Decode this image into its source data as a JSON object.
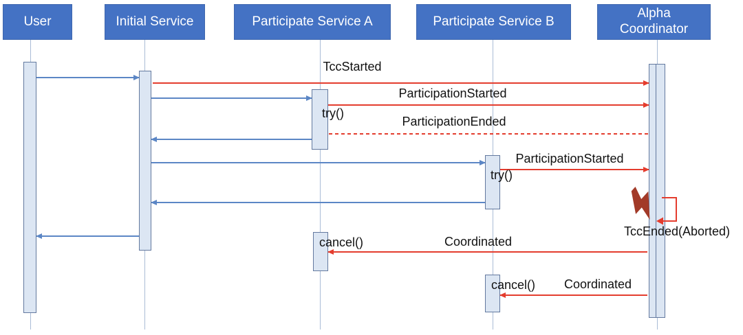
{
  "diagram": {
    "type": "sequence-diagram",
    "actors": [
      {
        "label": "User"
      },
      {
        "label": "Initial Service"
      },
      {
        "label": "Participate Service A"
      },
      {
        "label": "Participate Service B"
      },
      {
        "label": "Alpha Coordinator"
      }
    ],
    "messages": {
      "tcc_started": {
        "label": "TccStarted",
        "from": "Initial Service",
        "to": "Alpha Coordinator",
        "line": "solid-red"
      },
      "participation_started_a": {
        "label": "ParticipationStarted",
        "from": "Participate Service A",
        "to": "Alpha Coordinator",
        "line": "solid-red"
      },
      "try_a": {
        "label": "try()",
        "at": "Participate Service A"
      },
      "participation_ended_a": {
        "label": "ParticipationEnded",
        "from": "Alpha Coordinator",
        "to": "Participate Service A",
        "line": "dashed-red"
      },
      "participation_started_b": {
        "label": "ParticipationStarted",
        "from": "Participate Service B",
        "to": "Alpha Coordinator",
        "line": "solid-red"
      },
      "try_b": {
        "label": "try()",
        "at": "Participate Service B"
      },
      "tcc_ended_aborted": {
        "label": "TccEnded(Aborted)",
        "at": "Alpha Coordinator",
        "line": "self-loop-red"
      },
      "cancel_a": {
        "label": "cancel()",
        "at": "Participate Service A"
      },
      "coordinated_a": {
        "label": "Coordinated",
        "from": "Alpha Coordinator",
        "to": "Participate Service A",
        "line": "solid-red"
      },
      "cancel_b": {
        "label": "cancel()",
        "at": "Participate Service B"
      },
      "coordinated_b": {
        "label": "Coordinated",
        "from": "Alpha Coordinator",
        "to": "Participate Service B",
        "line": "solid-red"
      }
    },
    "icons": {
      "lightning_bolt": "⚡"
    },
    "colors": {
      "actor_fill": "#4472C4",
      "actor_text": "#FFFFFF",
      "activation_fill": "#DCE6F3",
      "activation_border": "#62789E",
      "lifeline": "#A9BCD6",
      "blue_arrow": "#5B86C5",
      "red_arrow": "#E43C2D",
      "bolt": "#A23A28",
      "label_text": "#111111"
    }
  }
}
